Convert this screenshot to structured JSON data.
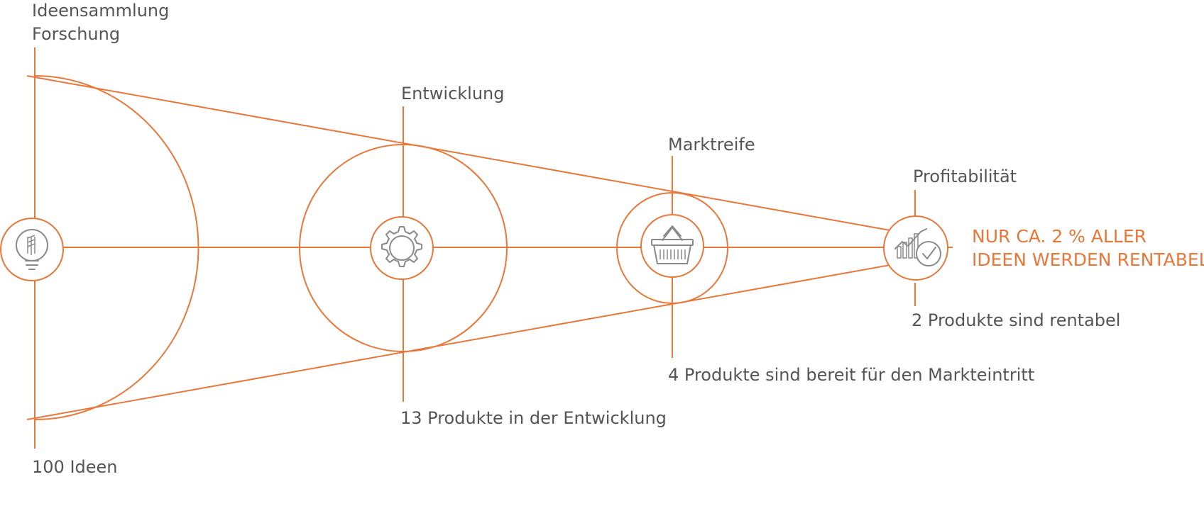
{
  "colors": {
    "accent": "#e8773a",
    "text": "#555555",
    "icon": "#8a8a8a",
    "background": "#ffffff"
  },
  "stages": [
    {
      "name": "stage-research",
      "title_lines": [
        "Ideensammlung",
        "Forschung"
      ],
      "count_label": "100 Ideen",
      "icon": "lightbulb-icon"
    },
    {
      "name": "stage-development",
      "title": "Entwicklung",
      "count_label": "13 Produkte in der Entwicklung",
      "icon": "gear-icon"
    },
    {
      "name": "stage-market-readiness",
      "title": "Marktreife",
      "count_label": "4 Produkte sind bereit für den Markteintritt",
      "icon": "shopping-basket-icon"
    },
    {
      "name": "stage-profitability",
      "title": "Profitabilität",
      "count_label": "2 Produkte sind rentabel",
      "icon": "chart-check-icon"
    }
  ],
  "highlight": {
    "line1": "NUR CA. 2 % ALLER",
    "line2": "IDEEN WERDEN RENTABEL"
  }
}
